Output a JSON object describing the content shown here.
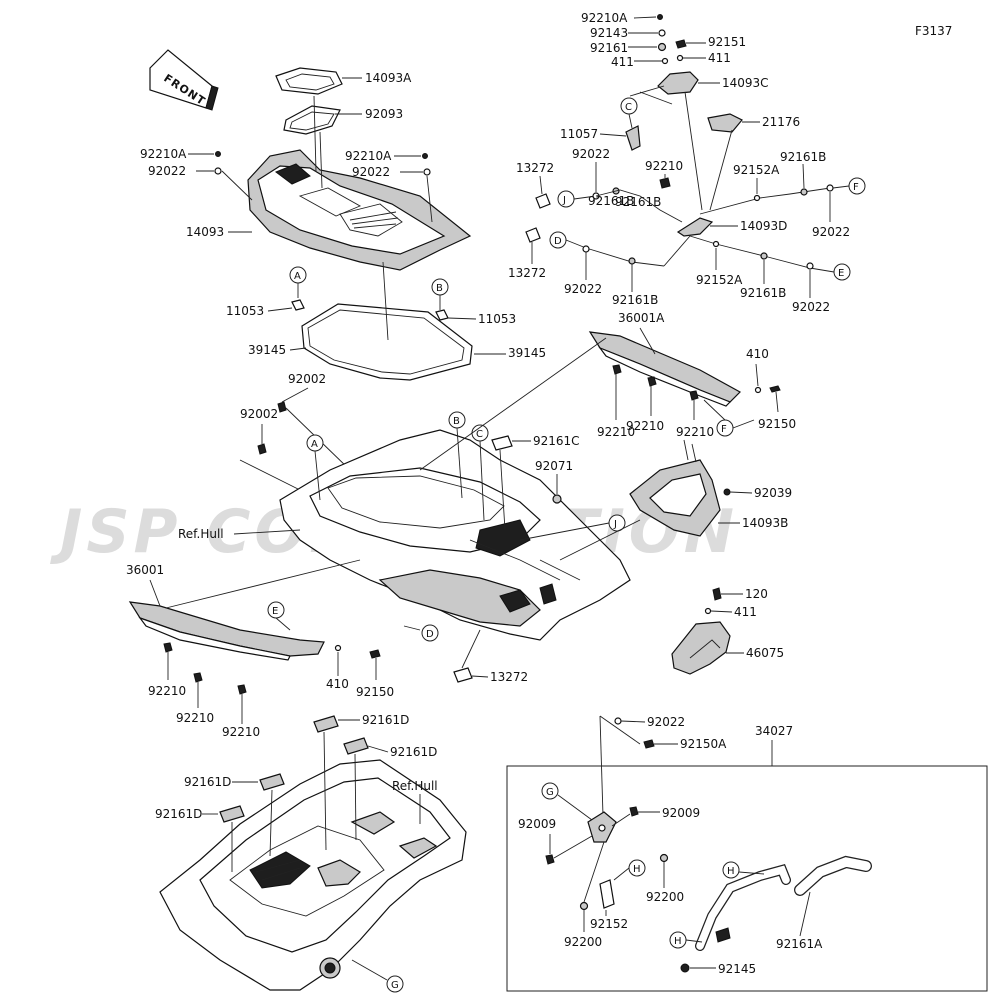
{
  "figure_code": "F3137",
  "watermark": "JSP CORPORATION",
  "front_label": "FRONT",
  "callouts": {
    "A": "A",
    "B": "B",
    "C": "C",
    "D": "D",
    "E": "E",
    "F": "F",
    "G": "G",
    "H": "H",
    "J": "J"
  },
  "labels": {
    "l_92210A_top": "92210A",
    "l_92143": "92143",
    "l_92161": "92161",
    "l_411_a": "411",
    "l_92151": "92151",
    "l_411_b": "411",
    "l_14093C": "14093C",
    "l_21176": "21176",
    "l_11057": "11057",
    "l_13272_a": "13272",
    "l_92022_a": "92022",
    "l_92210_a": "92210",
    "l_92152A_a": "92152A",
    "l_92161B_a": "92161B",
    "l_14093D": "14093D",
    "l_92161B_b": "92161B",
    "l_92022_b": "92022",
    "l_13272_b": "13272",
    "l_92022_c": "92022",
    "l_92161B_c": "92161B",
    "l_92152A_b": "92152A",
    "l_92161B_d": "92161B",
    "l_92022_d": "92022",
    "l_14093A": "14093A",
    "l_92093": "92093",
    "l_92210A_l": "92210A",
    "l_92022_l": "92022",
    "l_92210A_m": "92210A",
    "l_92022_m": "92022",
    "l_14093": "14093",
    "l_11053_a": "11053",
    "l_11053_b": "11053",
    "l_39145_a": "39145",
    "l_39145_b": "39145",
    "l_92002_a": "92002",
    "l_92002_b": "92002",
    "l_36001A": "36001A",
    "l_410_a": "410",
    "l_92210_b": "92210",
    "l_92210_c": "92210",
    "l_92210_d": "92210",
    "l_92150_a": "92150",
    "l_92161C": "92161C",
    "l_92071": "92071",
    "l_92039": "92039",
    "l_14093B": "14093B",
    "l_refhull_a": "Ref.Hull",
    "l_36001": "36001",
    "l_120": "120",
    "l_411_c": "411",
    "l_46075": "46075",
    "l_92210_e": "92210",
    "l_92210_f": "92210",
    "l_92210_g": "92210",
    "l_410_b": "410",
    "l_92150_b": "92150",
    "l_13272_c": "13272",
    "l_92161D_a": "92161D",
    "l_92161D_b": "92161D",
    "l_92161D_c": "92161D",
    "l_92161D_d": "92161D",
    "l_refhull_b": "Ref.Hull",
    "l_92022_e": "92022",
    "l_92150A": "92150A",
    "l_34027": "34027",
    "l_92009_a": "92009",
    "l_92009_b": "92009",
    "l_92200_a": "92200",
    "l_92152": "92152",
    "l_92200_b": "92200",
    "l_92161A": "92161A",
    "l_92145": "92145"
  }
}
